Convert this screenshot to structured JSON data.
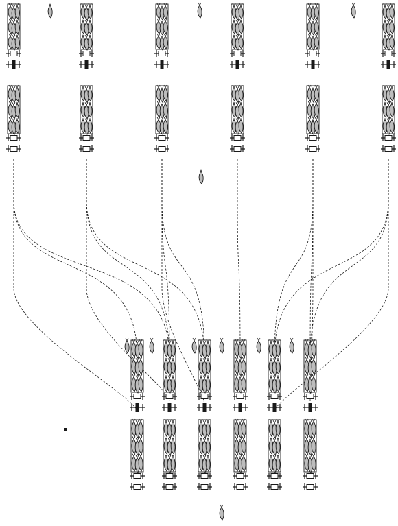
{
  "diagram": {
    "kind": "pedigree-style line drawing of grouped specimen columns connected by dashed links",
    "labels": [],
    "ink_color": "#1a1a1a",
    "specimen_fill": "#bdbdbd",
    "link_style": "dashed",
    "groups": {
      "top_row_a": {
        "columns": 6,
        "has_dark_marker": true
      },
      "top_row_b": {
        "columns": 6,
        "has_dark_marker": false
      },
      "bottom_row_a": {
        "columns": 6,
        "has_dark_marker": true
      },
      "bottom_row_b": {
        "columns": 6,
        "has_dark_marker": false
      }
    },
    "links": [
      {
        "from": 0,
        "to": 1
      },
      {
        "from": 0,
        "to": 0
      },
      {
        "from": 1,
        "to": 2
      },
      {
        "from": 1,
        "to": 1
      },
      {
        "from": 2,
        "to": 1
      },
      {
        "from": 2,
        "to": 2
      },
      {
        "from": 3,
        "to": 3
      },
      {
        "from": 4,
        "to": 4
      },
      {
        "from": 4,
        "to": 5
      },
      {
        "from": 5,
        "to": 4
      },
      {
        "from": 5,
        "to": 5
      }
    ]
  }
}
